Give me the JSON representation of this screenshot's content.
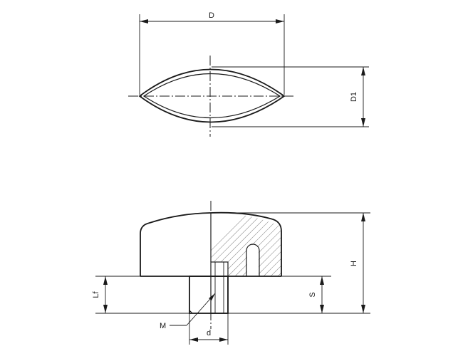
{
  "dimensions": {
    "D": "D",
    "D1": "D1",
    "H": "H",
    "S": "S",
    "Lf": "Lf",
    "M": "M",
    "d": "d"
  }
}
